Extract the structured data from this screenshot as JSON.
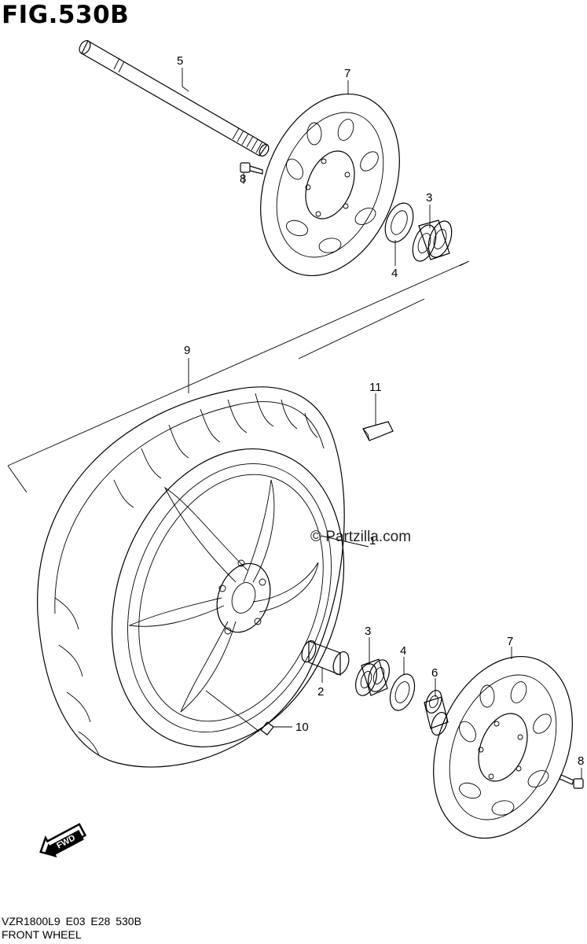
{
  "figure": {
    "title": "FIG.530B",
    "model_line": "VZR1800L9  E03  E28  530B",
    "name": "FRONT WHEEL"
  },
  "watermark": "© Partzilla.com",
  "direction_badge": "FWD",
  "callouts": [
    {
      "id": "c5",
      "label": "5"
    },
    {
      "id": "c7a",
      "label": "7"
    },
    {
      "id": "c8a",
      "label": "8"
    },
    {
      "id": "c3a",
      "label": "3"
    },
    {
      "id": "c4a",
      "label": "4"
    },
    {
      "id": "c9",
      "label": "9"
    },
    {
      "id": "c11",
      "label": "11"
    },
    {
      "id": "c1",
      "label": "1"
    },
    {
      "id": "c2",
      "label": "2"
    },
    {
      "id": "c3b",
      "label": "3"
    },
    {
      "id": "c4b",
      "label": "4"
    },
    {
      "id": "c6",
      "label": "6"
    },
    {
      "id": "c7b",
      "label": "7"
    },
    {
      "id": "c8b",
      "label": "8"
    },
    {
      "id": "c10",
      "label": "10"
    }
  ]
}
